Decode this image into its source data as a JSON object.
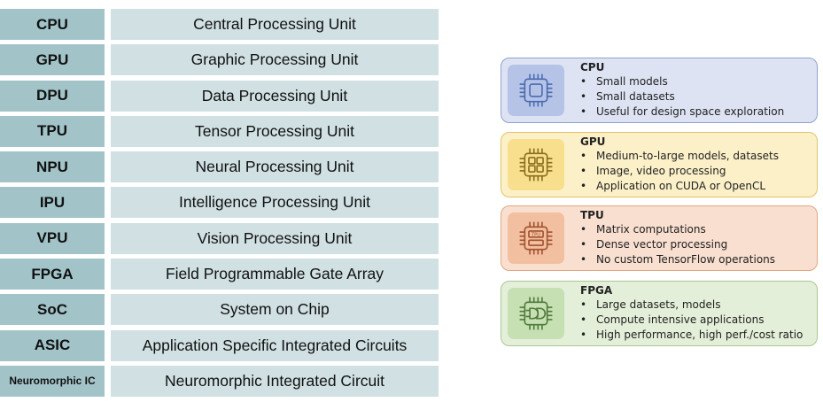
{
  "table": {
    "rows": [
      {
        "abbr": "CPU",
        "full": "Central Processing Unit"
      },
      {
        "abbr": "GPU",
        "full": "Graphic Processing Unit"
      },
      {
        "abbr": "DPU",
        "full": "Data Processing Unit"
      },
      {
        "abbr": "TPU",
        "full": "Tensor Processing Unit"
      },
      {
        "abbr": "NPU",
        "full": "Neural Processing Unit"
      },
      {
        "abbr": "IPU",
        "full": "Intelligence Processing Unit"
      },
      {
        "abbr": "VPU",
        "full": "Vision Processing Unit"
      },
      {
        "abbr": "FPGA",
        "full": "Field Programmable Gate Array"
      },
      {
        "abbr": "SoC",
        "full": "System on Chip"
      },
      {
        "abbr": "ASIC",
        "full": "Application Specific Integrated Circuits"
      },
      {
        "abbr": "Neuromorphic IC",
        "full": "Neuromorphic Integrated Circuit"
      }
    ],
    "colors": {
      "abbr_bg": "#a2c4c9",
      "full_bg": "#d0e0e3"
    }
  },
  "cards": [
    {
      "title": "CPU",
      "icon": "cpu-chip-icon",
      "bullets": [
        "Small models",
        "Small datasets",
        "Useful for design space exploration"
      ],
      "colors": {
        "bg": "#dde3f3",
        "border": "#8fa3cf",
        "box": "#b4c3e6",
        "stroke": "#4a6bb0"
      }
    },
    {
      "title": "GPU",
      "icon": "gpu-chip-icon",
      "bullets": [
        "Medium-to-large models, datasets",
        "Image, video processing",
        "Application on CUDA or OpenCL"
      ],
      "colors": {
        "bg": "#fbf0c8",
        "border": "#e0c46a",
        "box": "#f7df8e",
        "stroke": "#8a6d1e"
      }
    },
    {
      "title": "TPU",
      "icon": "tpu-chip-icon",
      "chip_label": "TPU",
      "bullets": [
        "Matrix computations",
        "Dense vector processing",
        "No custom TensorFlow operations"
      ],
      "colors": {
        "bg": "#f9dfd0",
        "border": "#e2a683",
        "box": "#f2bfa0",
        "stroke": "#a0522d"
      }
    },
    {
      "title": "FPGA",
      "icon": "fpga-chip-icon",
      "bullets": [
        "Large datasets, models",
        "Compute intensive applications",
        "High performance, high perf./cost ratio"
      ],
      "colors": {
        "bg": "#e4efd9",
        "border": "#a8c792",
        "box": "#c6dfb3",
        "stroke": "#4f7a3a"
      }
    }
  ]
}
